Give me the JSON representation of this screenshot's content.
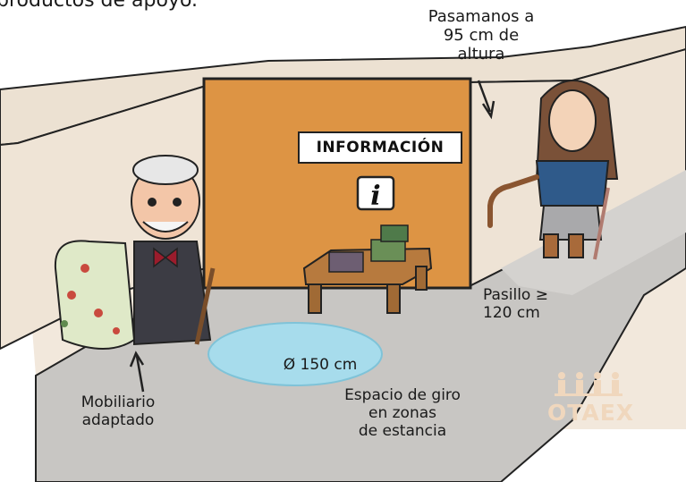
{
  "header": {
    "text": "productos de apoyo."
  },
  "annotations": {
    "handrail": [
      "Pasamanos a",
      "95 cm de",
      "altura"
    ],
    "corridor": [
      "Pasillo ≥",
      "120 cm"
    ],
    "turn_diameter": "Ø 150 cm",
    "turn_space": [
      "Espacio de giro",
      "en zonas",
      "de estancia"
    ],
    "furniture": [
      "Mobiliario",
      "adaptado"
    ]
  },
  "sign": {
    "text": "INFORMACIÓN",
    "icon": "info-i-icon"
  },
  "logo": {
    "text": "OTAEX",
    "icon": "people-group-icon"
  },
  "colors": {
    "wall": "#f1e6d9",
    "info_panel": "#dd9444",
    "floor": "#c8c6c3",
    "turn_circle": "#a7dcec"
  }
}
